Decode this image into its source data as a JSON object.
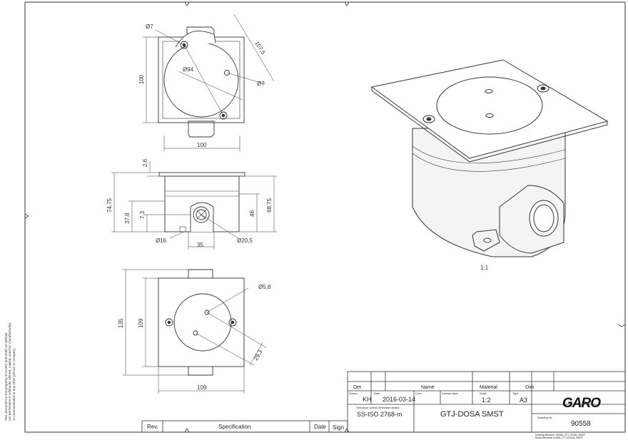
{
  "sheet_note": [
    "This document is the property of GARO and shall not without",
    "our permission in writing be altered, copied, used for manufacturing,",
    "or communicated to any other person or company"
  ],
  "top_view_dims": {
    "hole_small_top": "Ø7",
    "circle": "Ø94",
    "hole_small_right": "Ø7",
    "diagonal": "107,5",
    "height": "100",
    "width": "100"
  },
  "side_view_dims": {
    "flange": "2,6",
    "total_height": "74,75",
    "body_height": "37,8",
    "entry_offset": "7,3",
    "entry_height": "46",
    "right_height": "68,75",
    "entry_small": "Ø16",
    "entry_width": "35",
    "entry_large": "Ø20,5"
  },
  "bottom_view_dims": {
    "hole": "Ø5,8",
    "outer_height": "135",
    "inner_height": "109",
    "width": "109",
    "diagonal": "29,3"
  },
  "iso_view": {
    "scale_label": "1:1"
  },
  "revision_table": {
    "rev_header": "Rev.",
    "spec_header": "Specification",
    "date_header": "Date",
    "sign_header": "Sign"
  },
  "title_block": {
    "det_header": "Det",
    "name_header": "Name",
    "material_header": "Material",
    "dim_header": "Dim",
    "drawn_caption": "Drawn",
    "drawn": "KH",
    "date_caption": "Date",
    "date": "2016-03-14",
    "cont_caption": "Cont.",
    "surface_caption": "Surface spec.",
    "scale_caption": "Scale",
    "scale": "1:2",
    "type_caption": "Type",
    "paper": "A3",
    "tolerance_caption": "Tolerance unless otherwise stated",
    "tolerance": "SS-ISO 2768-m",
    "title": "GTJ-DOSA SMST",
    "company": "GARO",
    "drawing_no_caption": "Drawing no.",
    "drawing_no": "90558",
    "file_drawing": "Drawing filename: 90558_GTJ-DOSA_SMST",
    "file_model": "Model filename: 90558_GTJ-DOSA_SMST"
  }
}
